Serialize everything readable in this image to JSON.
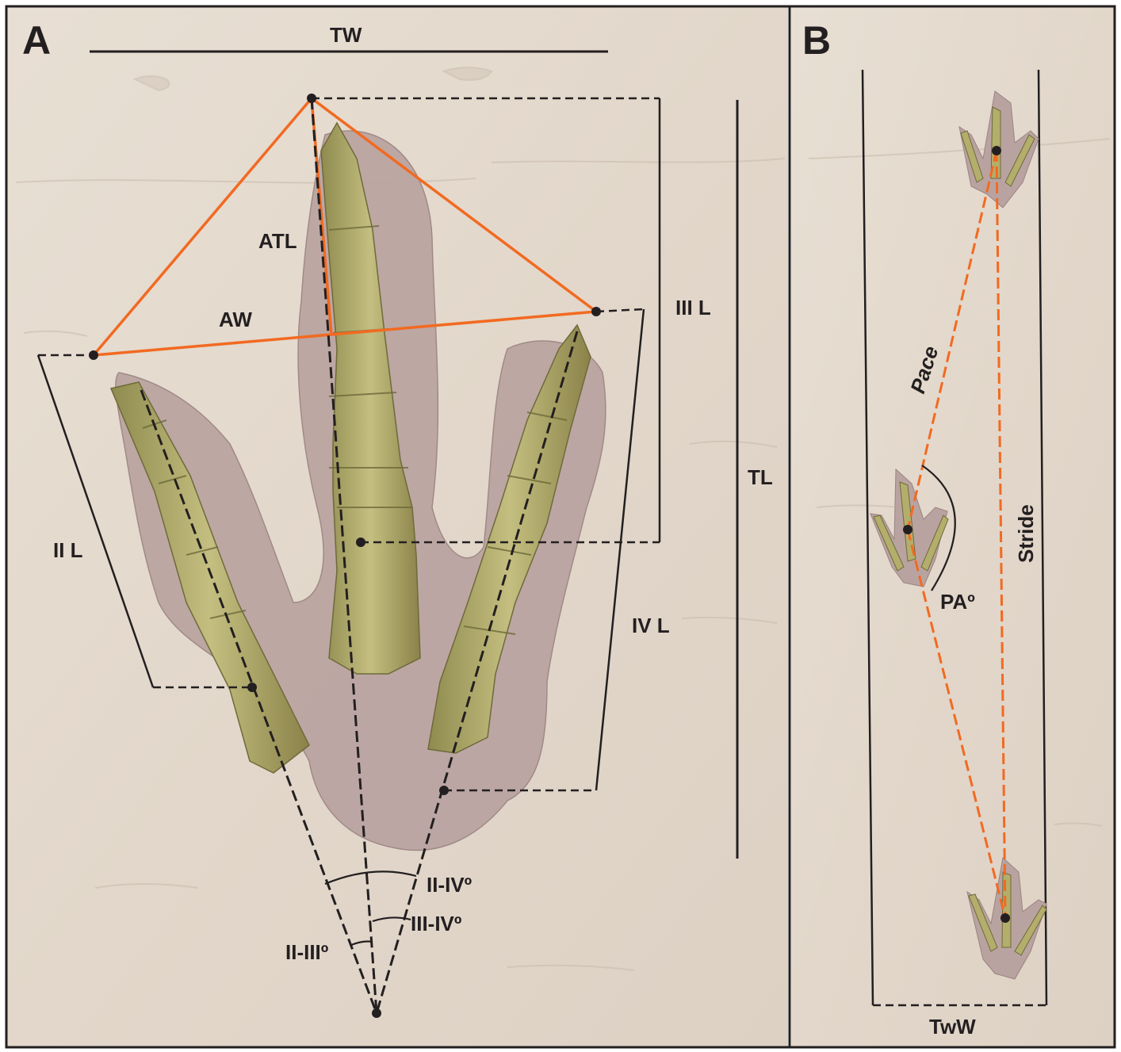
{
  "panels": {
    "a": {
      "letter": "A",
      "labels": {
        "tw": "TW",
        "atl": "ATL",
        "aw": "AW",
        "iii_l": "III L",
        "tl": "TL",
        "ii_l": "II L",
        "iv_l": "IV L",
        "ii_iv": "II-IVº",
        "iii_iv": "III-IVº",
        "ii_iii": "II-IIIº"
      }
    },
    "b": {
      "letter": "B",
      "labels": {
        "pace": "Pace",
        "stride": "Stride",
        "pa": "PAº",
        "tww": "TwW"
      }
    }
  },
  "colors": {
    "rock": "#e3d8cc",
    "footprint": "#b9a3a0",
    "bone": "#b3ae6c",
    "orange": "#f26a21",
    "ink": "#231f20"
  }
}
